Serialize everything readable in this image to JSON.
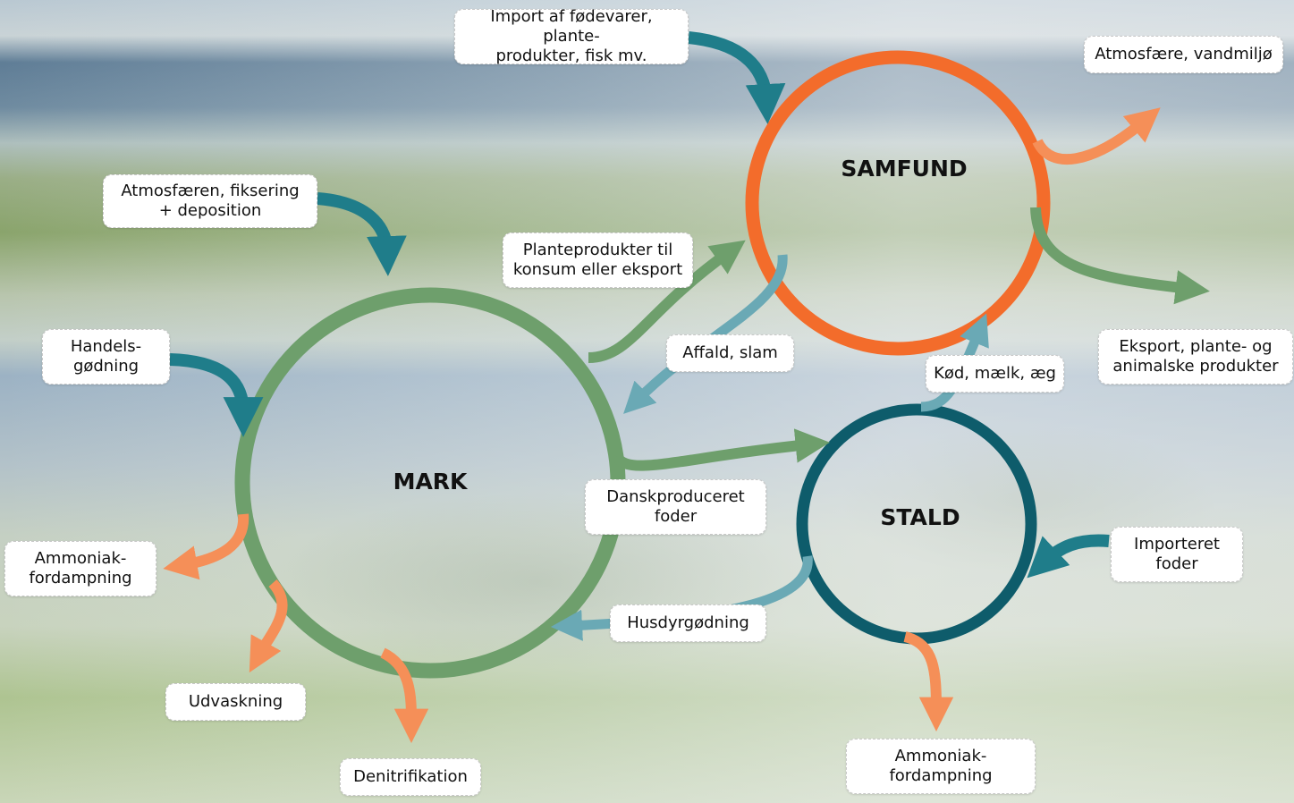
{
  "colors": {
    "mark": "#6e9f6c",
    "samfund": "#f36c2b",
    "stald": "#0e5c6b",
    "teal_arrow": "#1f7d8a",
    "light_teal_arrow": "#6aa9b5",
    "salmon_arrow": "#f58f58",
    "green_arrow": "#6e9f6c"
  },
  "circles": {
    "mark": "MARK",
    "samfund": "SAMFUND",
    "stald": "STALD"
  },
  "labels": {
    "import_food": "Import af fødevarer, plante-\nprodukter, fisk mv.",
    "atmosphere_water": "Atmosfære, vandmiljø",
    "atmosphere_fixation": "Atmosfæren, fiksering\n+ deposition",
    "plant_products_consumption": "Planteprodukter til\nkonsum eller eksport",
    "export_products": "Eksport, plante- og\nanimalske produkter",
    "commercial_fertilizer": "Handels-\ngødning",
    "waste_sludge": "Affald, slam",
    "meat_milk_eggs": "Kød, mælk, æg",
    "danish_feed": "Danskproduceret\nfoder",
    "imported_feed": "Importeret\nfoder",
    "ammonia_mark": "Ammoniak-\nfordampning",
    "manure": "Husdyrgødning",
    "leaching": "Udvaskning",
    "denitrification": "Denitrifikation",
    "ammonia_stald": "Ammoniak-\nfordampning"
  }
}
